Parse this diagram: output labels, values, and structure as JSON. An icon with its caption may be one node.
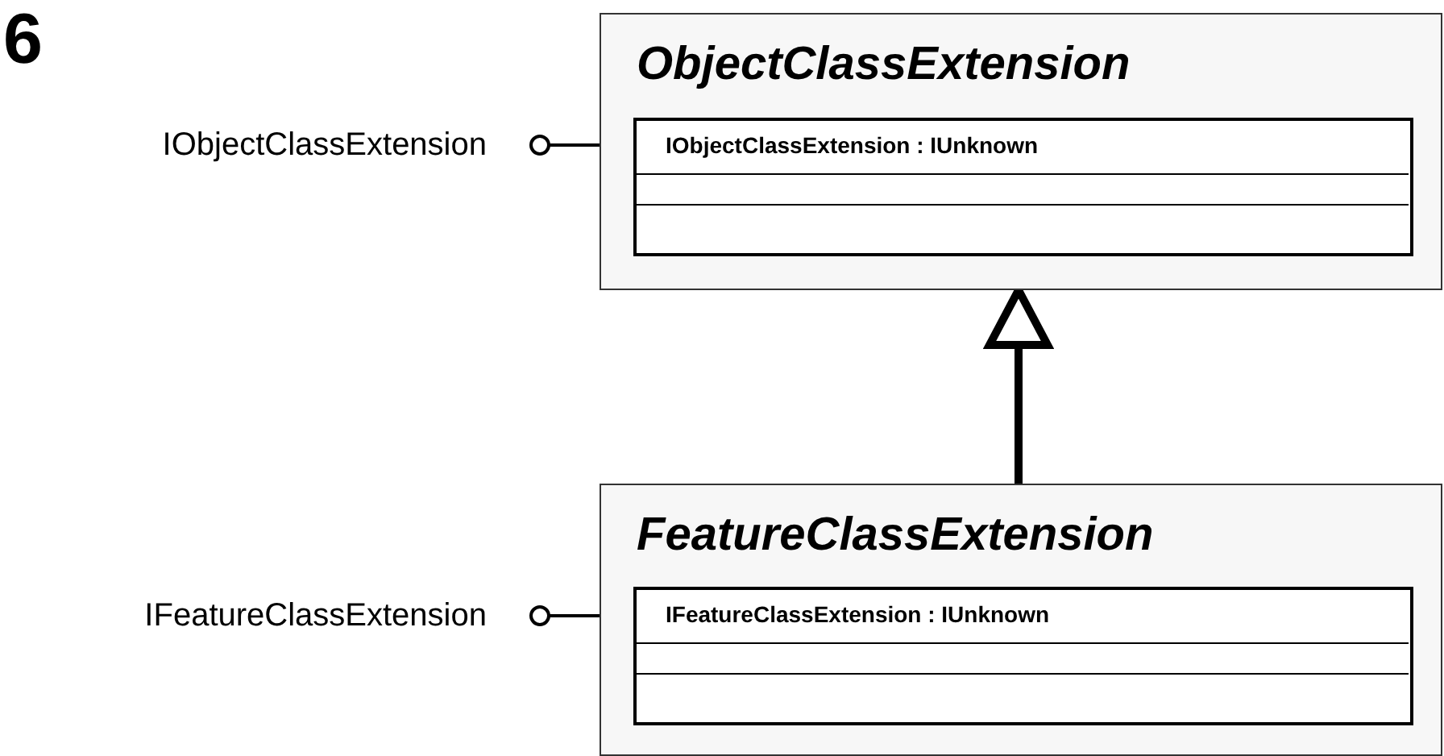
{
  "diagram": {
    "nodes": [
      {
        "text": [
          "ObjectClassExtension"
        ]
      },
      {
        "text": [
          "IObjectClassExtension : IUnknown"
        ],
        "in": 0
      },
      {
        "text": [
          "IObjectClassExtension"
        ]
      },
      {
        "text": [
          "FeatureClassExtension"
        ]
      },
      {
        "text": [
          "IFeatureClassExtension : IUnknown"
        ],
        "in": 3
      },
      {
        "text": [
          "IFeatureClassExtension"
        ]
      }
    ],
    "edges": [
      {
        "from": 2,
        "to": 1,
        "arrow": "other"
      },
      {
        "from": 3,
        "to": 0,
        "arrow": "to",
        "style": "thick"
      },
      {
        "from": 5,
        "to": 4,
        "arrow": "other"
      }
    ],
    "labels": [
      "6"
    ]
  }
}
